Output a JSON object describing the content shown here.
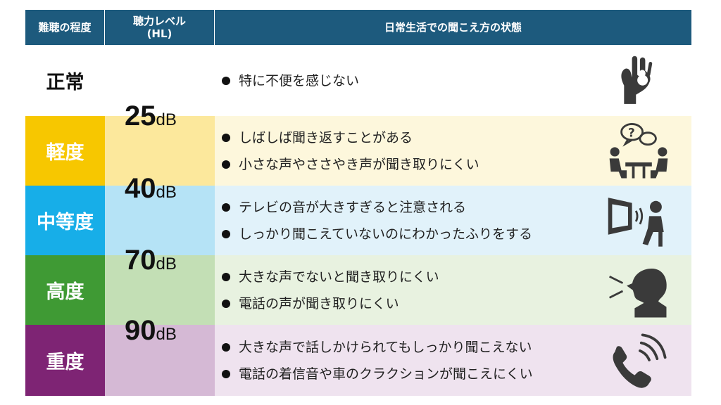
{
  "header": {
    "col1": "難聴の程度",
    "col2_line1": "聴力レベル",
    "col2_line2": "(HL)",
    "col3": "日常生活での聞こえ方の状態"
  },
  "thresholds": [
    {
      "num": "25",
      "unit": "dB"
    },
    {
      "num": "40",
      "unit": "dB"
    },
    {
      "num": "70",
      "unit": "dB"
    },
    {
      "num": "90",
      "unit": "dB"
    }
  ],
  "rows": [
    {
      "grade": "正常",
      "items": [
        "特に不便を感じない"
      ],
      "icon": "ok-hand-icon"
    },
    {
      "grade": "軽度",
      "items": [
        "しばしば聞き返すことがある",
        "小さな声やささやき声が聞き取りにくい"
      ],
      "icon": "conversation-question-icon",
      "color": "#f7c700"
    },
    {
      "grade": "中等度",
      "items": [
        "テレビの音が大きすぎると注意される",
        "しっかり聞こえていないのにわかったふりをする"
      ],
      "icon": "tv-viewer-icon",
      "color": "#17aee8"
    },
    {
      "grade": "高度",
      "items": [
        "大きな声でないと聞き取りにくい",
        "電話の声が聞き取りにくい"
      ],
      "icon": "shouting-person-icon",
      "color": "#3f9a34"
    },
    {
      "grade": "重度",
      "items": [
        "大きな声で話しかけられてもしっかり聞こえない",
        "電話の着信音や車のクラクションが聞こえにくい"
      ],
      "icon": "phone-ringing-icon",
      "color": "#7e2474"
    }
  ]
}
